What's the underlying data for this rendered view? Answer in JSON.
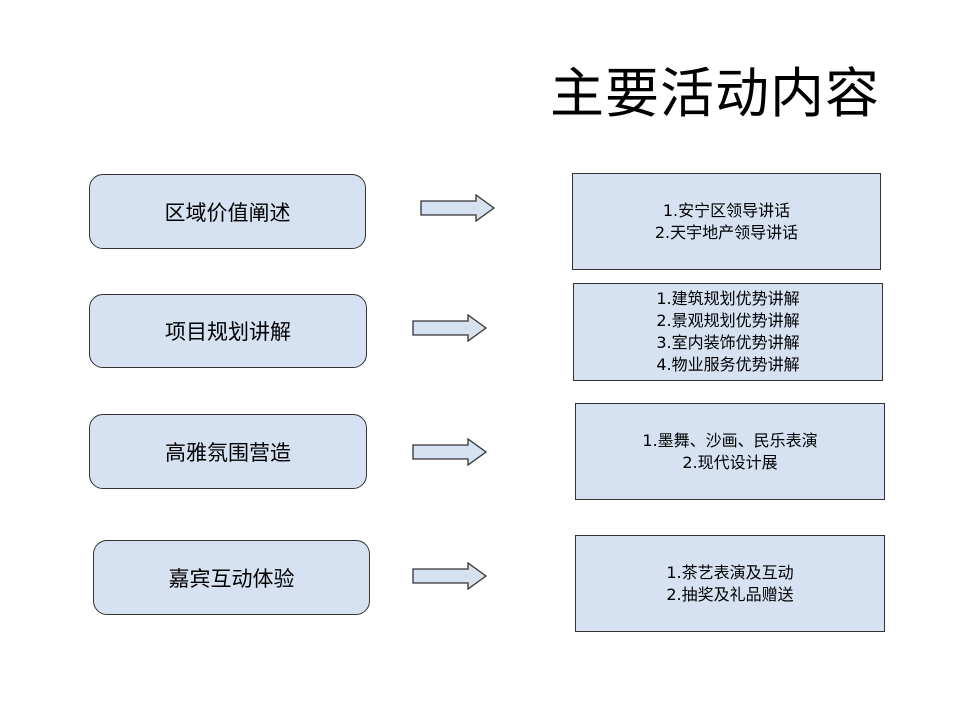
{
  "title": "主要活动内容",
  "colors": {
    "box_fill": "#d6e1f2",
    "border": "#333333"
  },
  "rows": [
    {
      "label": "区域价值阐述",
      "items": [
        "1.安宁区领导讲话",
        "2.天宇地产领导讲话"
      ]
    },
    {
      "label": "项目规划讲解",
      "items": [
        "1.建筑规划优势讲解",
        "2.景观规划优势讲解",
        "3.室内装饰优势讲解",
        "4.物业服务优势讲解"
      ]
    },
    {
      "label": "高雅氛围营造",
      "items": [
        "1.墨舞、沙画、民乐表演",
        "2.现代设计展"
      ]
    },
    {
      "label": "嘉宾互动体验",
      "items": [
        "1.茶艺表演及互动",
        "2.抽奖及礼品赠送"
      ]
    }
  ]
}
